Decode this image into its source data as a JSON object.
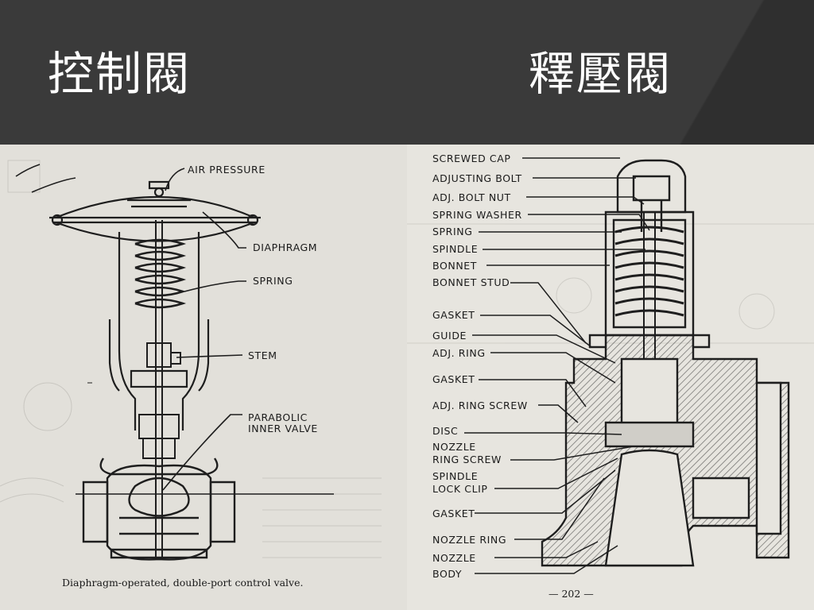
{
  "slide": {
    "title_left": "控制閥",
    "title_right": "釋壓閥"
  },
  "control_valve": {
    "labels": {
      "air_pressure": "AIR PRESSURE",
      "diaphragm": "DIAPHRAGM",
      "spring": "SPRING",
      "stem": "STEM",
      "parabolic_1": "PARABOLIC",
      "parabolic_2": "INNER VALVE"
    },
    "caption": "Diaphragm-operated, double-port control valve."
  },
  "relief_valve": {
    "labels": [
      "SCREWED CAP",
      "ADJUSTING BOLT",
      "ADJ. BOLT NUT",
      "SPRING WASHER",
      "SPRING",
      "SPINDLE",
      "BONNET",
      "BONNET STUD",
      "GASKET",
      "GUIDE",
      "ADJ. RING",
      "GASKET",
      "ADJ. RING SCREW",
      "DISC",
      "NOZZLE",
      "RING SCREW",
      "SPINDLE",
      "LOCK CLIP",
      "GASKET",
      "NOZZLE RING",
      "NOZZLE",
      "BODY"
    ],
    "page_number": "— 202 —"
  }
}
